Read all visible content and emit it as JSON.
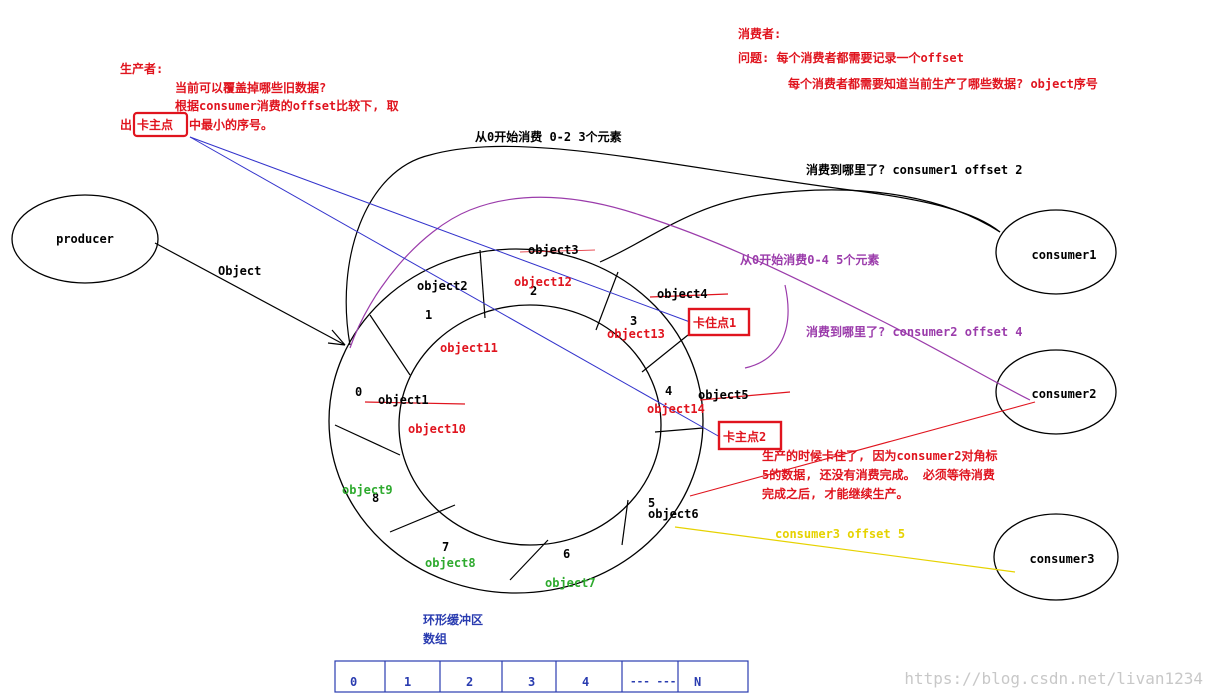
{
  "colors": {
    "black": "#000000",
    "red": "#e0141e",
    "blue": "#3333cc",
    "purple": "#9b3cab",
    "green": "#2eaa2e",
    "yellow": "#e6d200",
    "navy": "#2a3cb0",
    "watermark": "#c8c8c8"
  },
  "producer_note": {
    "heading": "生产者:",
    "line1": "当前可以覆盖掉哪些旧数据?",
    "line2": "根据consumer消费的offset比较下, 取",
    "line3_prefix": "出",
    "line3_box": "卡主点",
    "line3_suffix": "中最小的序号。"
  },
  "consumer_note": {
    "heading": "消费者:",
    "line1": "问题: 每个消费者都需要记录一个offset",
    "line2": "每个消费者都需要知道当前生产了哪些数据? object序号"
  },
  "nodes": {
    "producer": "producer",
    "consumer1": "consumer1",
    "consumer2": "consumer2",
    "consumer3": "consumer3"
  },
  "edge_labels": {
    "producer_edge": "Object",
    "c1_range": "从0开始消费 0-2 3个元素",
    "c1_where": "消费到哪里了? consumer1 offset 2",
    "c2_range": "从0开始消费0-4 5个元素",
    "c2_where": "消费到哪里了? consumer2 offset 4",
    "c3_where": "consumer3 offset 5"
  },
  "stuck_points": {
    "point1": "卡住点1",
    "point2": "卡主点2"
  },
  "stuck_note": {
    "line1": "生产的时候卡住了, 因为consumer2对角标",
    "line2": "5的数据, 还没有消费完成。 必须等待消费",
    "line3": "完成之后, 才能继续生产。"
  },
  "ring": {
    "slot_numbers": [
      "0",
      "1",
      "2",
      "3",
      "4",
      "5",
      "6",
      "7",
      "8"
    ],
    "old_objects": [
      "object1",
      "object2",
      "object3",
      "object4",
      "object5",
      "object6",
      "object7",
      "object8",
      "object9"
    ],
    "new_objects": [
      "object10",
      "object11",
      "object12",
      "object13",
      "object14"
    ]
  },
  "caption": {
    "line1": "环形缓冲区",
    "line2": "数组"
  },
  "array_cells": [
    "0",
    "1",
    "2",
    "3",
    "4",
    "--- ---",
    "N"
  ],
  "watermark": "https://blog.csdn.net/livan1234"
}
